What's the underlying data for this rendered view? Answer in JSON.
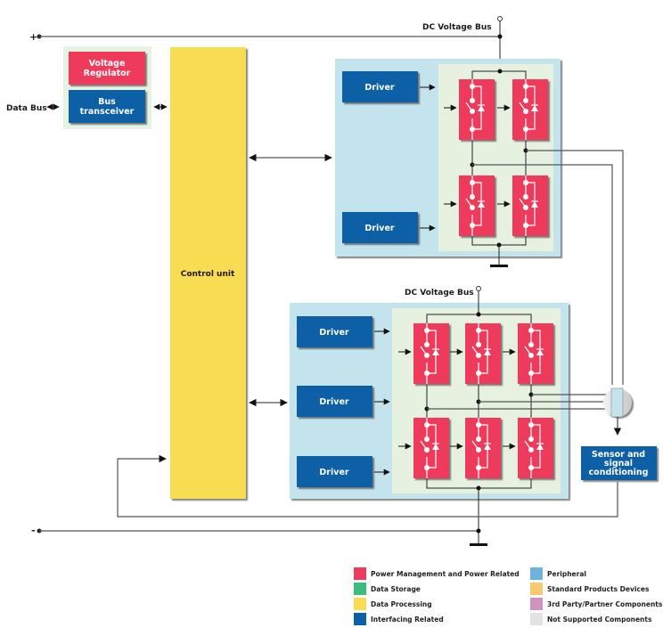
{
  "diagram": {
    "rails": {
      "positive_label": "+",
      "negative_label": "-",
      "dc_bus_top_label": "DC Voltage Bus",
      "dc_bus_bottom_label": "DC Voltage Bus"
    },
    "data_bus_label": "Data Bus",
    "blocks": {
      "voltage_regulator": [
        "Voltage",
        "Regulator"
      ],
      "bus_transceiver": [
        "Bus",
        "transceiver"
      ],
      "control_unit": "Control unit",
      "sensor": [
        "Sensor and",
        "signal",
        "conditioning"
      ]
    },
    "modules": [
      {
        "name": "upper-module",
        "drivers": [
          "Driver",
          "Driver"
        ],
        "switch_columns": 2
      },
      {
        "name": "lower-module",
        "drivers": [
          "Driver",
          "Driver",
          "Driver"
        ],
        "switch_columns": 3
      }
    ],
    "colors": {
      "power": "#ee3a5c",
      "interfacing": "#0e5fa6",
      "processing": "#f8dd52",
      "module_bg": "#c3e4ec",
      "switch_area_bg": "#e6f1e0",
      "regulator_area_bg": "#e6f3e3"
    }
  },
  "legend": {
    "items": [
      {
        "label": "Power Management and Power Related",
        "color": "#ee3a5c"
      },
      {
        "label": "Data Storage",
        "color": "#3dbd7d"
      },
      {
        "label": "Data Processing",
        "color": "#f8dd52"
      },
      {
        "label": "Interfacing Related",
        "color": "#0e5fa6"
      },
      {
        "label": "Peripheral",
        "color": "#6bb5dc"
      },
      {
        "label": "Standard Products Devices",
        "color": "#f8c96e"
      },
      {
        "label": "3rd Party/Partner Components",
        "color": "#d391c3"
      },
      {
        "label": "Not Supported Components",
        "color": "#e2e2e2"
      }
    ]
  }
}
